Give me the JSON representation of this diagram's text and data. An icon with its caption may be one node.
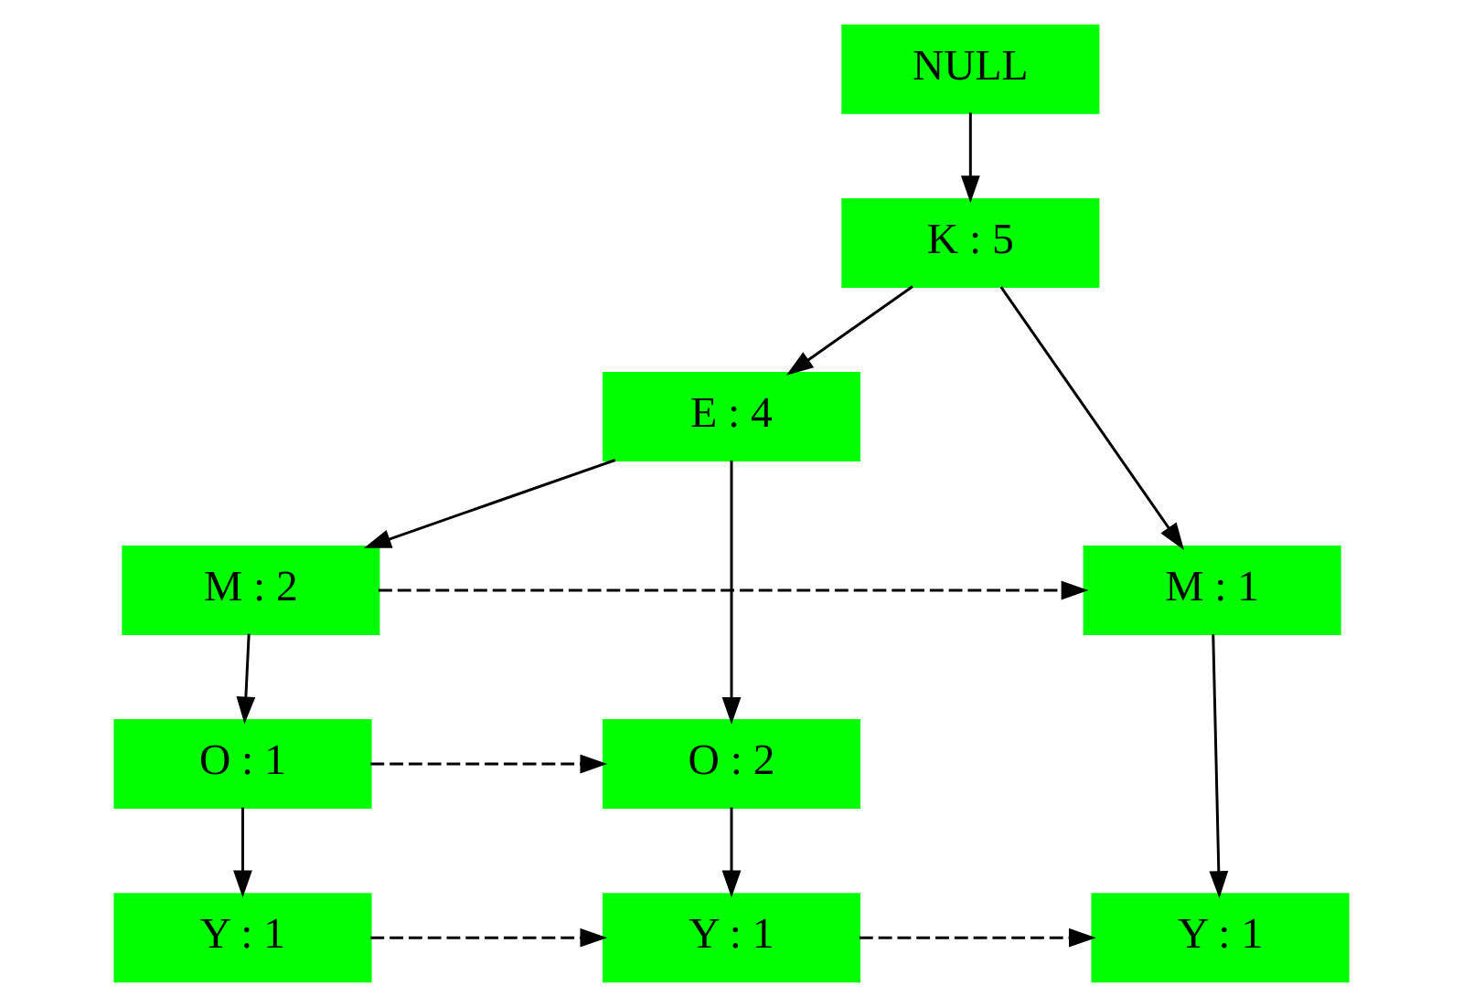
{
  "diagram": {
    "nodes": [
      {
        "text": [
          "NULL"
        ]
      },
      {
        "text": [
          "K : 5"
        ]
      },
      {
        "text": [
          "E : 4"
        ]
      },
      {
        "text": [
          "M : 2"
        ]
      },
      {
        "text": [
          "O : 1"
        ]
      },
      {
        "text": [
          "Y : 1"
        ]
      },
      {
        "text": [
          "M : 1"
        ]
      },
      {
        "text": [
          "O : 2"
        ]
      },
      {
        "text": [
          "Y : 1"
        ]
      },
      {
        "text": [
          "Y : 1"
        ]
      }
    ],
    "edges": [
      {
        "from": 0,
        "to": 1,
        "arrow": "to"
      },
      {
        "from": 1,
        "to": 2,
        "arrow": "to"
      },
      {
        "from": 1,
        "to": 6,
        "arrow": "to"
      },
      {
        "from": 2,
        "to": 3,
        "arrow": "to"
      },
      {
        "from": 2,
        "to": 7,
        "arrow": "to"
      },
      {
        "from": 3,
        "to": 4,
        "arrow": "to"
      },
      {
        "from": 3,
        "to": 6,
        "arrow": "to",
        "style": "dashed"
      },
      {
        "from": 4,
        "to": 5,
        "arrow": "to"
      },
      {
        "from": 4,
        "to": 7,
        "arrow": "to",
        "style": "dashed"
      },
      {
        "from": 5,
        "to": 8,
        "arrow": "to",
        "style": "dashed"
      },
      {
        "from": 6,
        "to": 9,
        "arrow": "to"
      },
      {
        "from": 7,
        "to": 8,
        "arrow": "to"
      },
      {
        "from": 8,
        "to": 9,
        "arrow": "to",
        "style": "dashed"
      }
    ]
  }
}
